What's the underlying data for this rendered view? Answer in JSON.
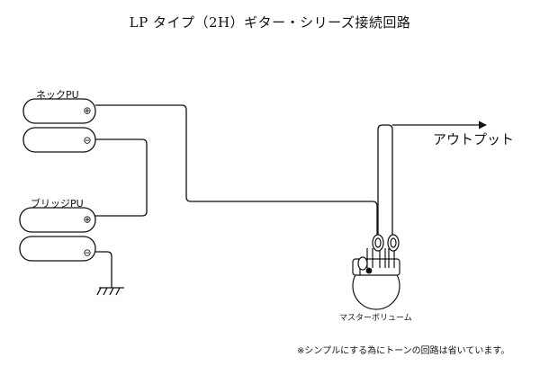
{
  "title": "LP タイプ（2H）ギター・シリーズ接続回路",
  "neck_pickup": {
    "label": "ネックPU",
    "plus": "⊕",
    "minus": "⊖"
  },
  "bridge_pickup": {
    "label": "ブリッジPU",
    "plus": "⊕",
    "minus": "⊖"
  },
  "output": {
    "label": "アウトプット"
  },
  "master_volume": {
    "label": "マスターボリューム"
  },
  "footnote": "※シンプルにする為にトーンの回路は省いています。",
  "colors": {
    "line": "#111111",
    "background": "#ffffff"
  }
}
